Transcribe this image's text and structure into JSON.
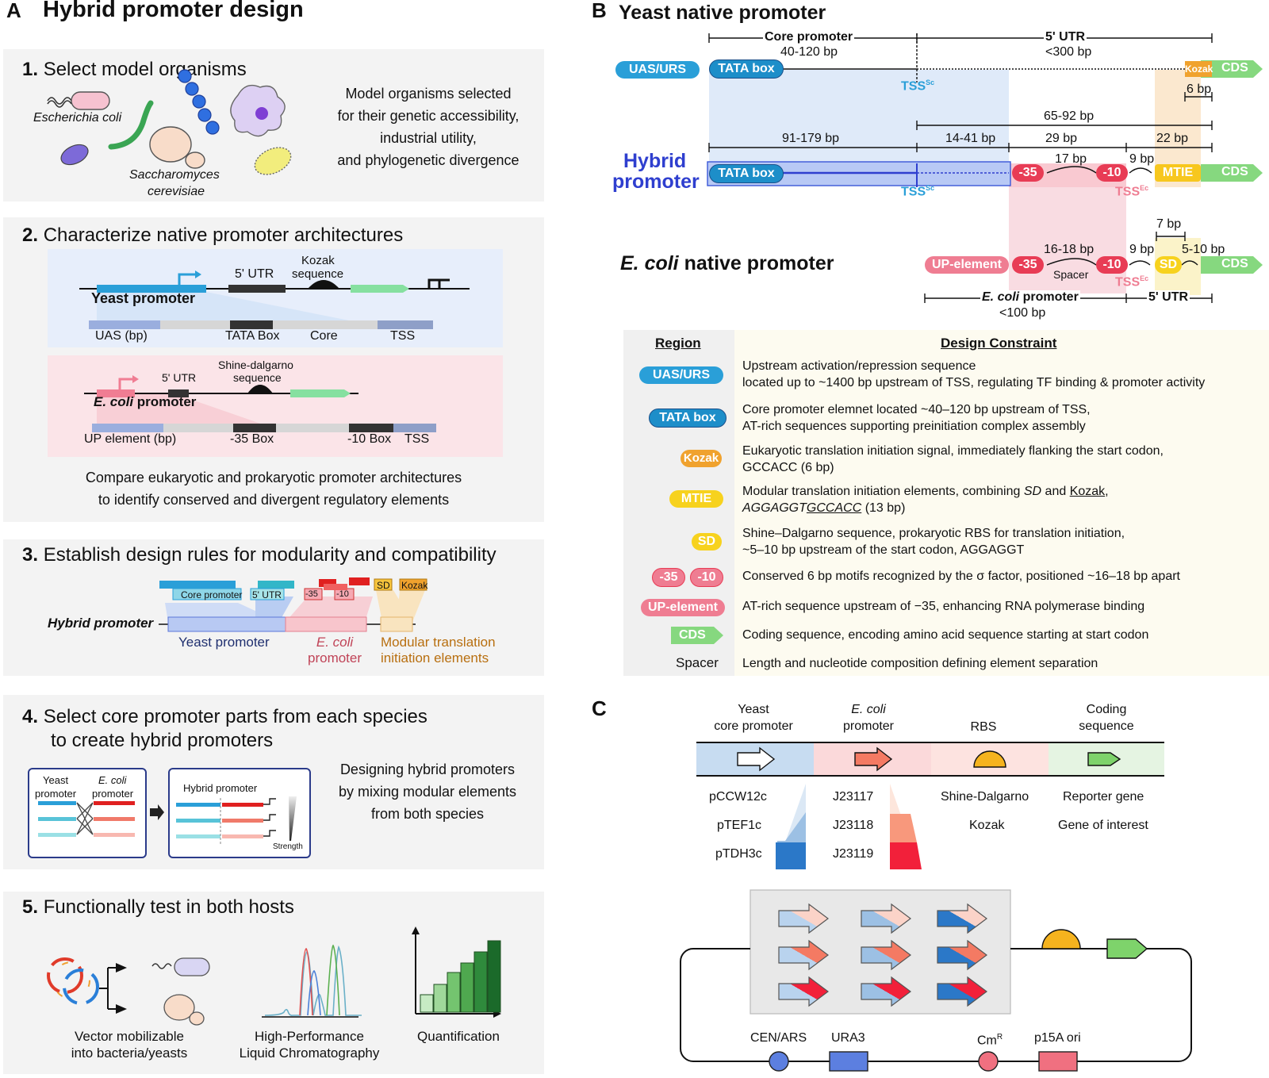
{
  "panelA": {
    "label": "A",
    "title": "Hybrid promoter design",
    "step1": {
      "num": "1.",
      "title": "Select model organisms",
      "ecoli": "Escherichia coli",
      "yeast1": "Saccharomyces",
      "yeast2": "cerevisiae",
      "desc": [
        "Model organisms selected",
        "for their genetic accessibility,",
        "industrial utility,",
        "and phylogenetic divergence"
      ]
    },
    "step2": {
      "num": "2.",
      "title": "Characterize native promoter architectures",
      "yeast": {
        "utr": "5' UTR",
        "kozak1": "Kozak",
        "kozak2": "sequence",
        "name": "Yeast promoter",
        "segs": [
          "UAS (bp)",
          "TATA Box",
          "Core",
          "TSS"
        ]
      },
      "ecoli": {
        "utr": "5' UTR",
        "sd1": "Shine-dalgarno",
        "sd2": "sequence",
        "name_it": "E. coli",
        "name_rest": " promoter",
        "segs": [
          "UP element (bp)",
          "-35 Box",
          "-10 Box",
          "TSS"
        ]
      },
      "desc": [
        "Compare eukaryotic and prokaryotic promoter architectures",
        "to identify conserved and divergent regulatory elements"
      ]
    },
    "step3": {
      "num": "3.",
      "title": "Establish design rules for modularity and compatibility",
      "core": "Core promoter",
      "utr": "5' UTR",
      "m35": "-35",
      "m10": "-10",
      "sd": "SD",
      "kozak": "Kozak",
      "hybrid": "Hybrid promoter",
      "yeast": "Yeast promoter",
      "ecoli_it": "E. coli",
      "ecoli_rest": "promoter",
      "mtie1": "Modular translation",
      "mtie2": "initiation elements"
    },
    "step4": {
      "num": "4.",
      "title1": "Select core promoter parts from each species",
      "title2": "to create hybrid promoters",
      "yeast1": "Yeast",
      "yeast2": "promoter",
      "ecoli_it": "E. coli",
      "ecoli2": "promoter",
      "hybrid": "Hybrid promoter",
      "strength": "Strength",
      "desc": [
        "Designing hybrid promoters",
        "by mixing modular elements",
        "from both species"
      ]
    },
    "step5": {
      "num": "5.",
      "title": "Functionally test in both hosts",
      "c1": [
        "Vector mobilizable",
        "into bacteria/yeasts"
      ],
      "c2": [
        "High-Performance",
        "Liquid Chromatography"
      ],
      "c3": [
        "Quantification"
      ],
      "bars": [
        0.22,
        0.35,
        0.5,
        0.62,
        0.76,
        0.9
      ]
    }
  },
  "panelB": {
    "label": "B",
    "yeast_title": "Yeast native promoter",
    "core": "Core promoter",
    "core_len": "40-120 bp",
    "utr": "5' UTR",
    "utr_len": "<300 bp",
    "uas": "UAS/URS",
    "tata": "TATA box",
    "kozak": "Kozak",
    "cds": "CDS",
    "tss": "TSS",
    "tss_sc": "Sc",
    "tss_ec": "Ec",
    "bp6": "6 bp",
    "bp65": "65-92 bp",
    "bp91": "91-179 bp",
    "bp14": "14-41 bp",
    "bp29": "29 bp",
    "bp22": "22 bp",
    "bp17": "17 bp",
    "bp9": "9 bp",
    "hybrid1": "Hybrid",
    "hybrid2": "promoter",
    "m35": "-35",
    "m10": "-10",
    "mtie": "MTIE",
    "bp7": "7 bp",
    "bp16": "16-18 bp",
    "bp5": "5-10 bp",
    "spacer": "Spacer",
    "ecoli_it": "E. coli",
    "ecoli_rest": " native promoter",
    "up": "UP-element",
    "sd": "SD",
    "ecp_it": "E. coli",
    "ecp_rest": " promoter",
    "ecp_len": "<100 bp",
    "table": {
      "h_region": "Region",
      "h_constraint": "Design Constraint",
      "rows": [
        {
          "pill": "UAS/URS",
          "l1": "Upstream activation/repression sequence",
          "l2": "located up to ~1400 bp upstream of TSS, regulating TF binding & promoter activity"
        },
        {
          "pill": "TATA box",
          "l1": "Core promoter elemnet located ~40–120 bp upstream of TSS,",
          "l2": "AT-rich sequences supporting preinitiation complex assembly"
        },
        {
          "pill": "Kozak",
          "l1": "Eukaryotic translation initiation signal, immediately flanking the start codon,",
          "l2": "GCCACC (6 bp)"
        },
        {
          "pill": "MTIE",
          "l1a": "Modular translation initiation elements, combining ",
          "l1b": "SD",
          "l1c": " and ",
          "l1d": "Kozak",
          "l1e": ",",
          "l2a": "AGGAGGT",
          "l2b": "GCCACC",
          "l2c": " (13 bp)"
        },
        {
          "pill": "SD",
          "l1": "Shine–Dalgarno sequence, prokaryotic RBS for translation initiation,",
          "l2": "~5–10 bp upstream of the start codon, AGGAGGT"
        },
        {
          "pill1": "-35",
          "pill2": "-10",
          "l1": "Conserved 6 bp motifs recognized by the σ factor, positioned ~16–18 bp apart"
        },
        {
          "pill": "UP-element",
          "l1": "AT-rich sequence upstream of −35, enhancing RNA polymerase binding"
        },
        {
          "pill": "CDS",
          "l1": "Coding sequence, encoding amino acid sequence starting at start codon"
        },
        {
          "pill": "Spacer",
          "l1": "Length and nucleotide composition defining element separation"
        }
      ]
    }
  },
  "panelC": {
    "label": "C",
    "h1": [
      "Yeast",
      "core promoter"
    ],
    "h2_it": "E. coli",
    "h2b": "promoter",
    "h3": "RBS",
    "h4": [
      "Coding",
      "sequence"
    ],
    "yeast": [
      "pCCW12c",
      "pTEF1c",
      "pTDH3c"
    ],
    "ecoli": [
      "J23117",
      "J23118",
      "J23119"
    ],
    "rbs": [
      "Shine-Dalgarno",
      "Kozak"
    ],
    "cds": [
      "Reporter gene",
      "Gene of interest"
    ],
    "cen": "CEN/ARS",
    "ura": "URA3",
    "cm": "Cm",
    "cm_sup": "R",
    "p15a": "p15A ori"
  },
  "colors": {
    "blue": "#2a9fd8",
    "tata": "#1d8ec9",
    "pink": "#ef7d92",
    "red": "#e83c55",
    "green": "#86d87f",
    "orange": "#f0a22e",
    "yellow": "#f7d21e",
    "hybridBlue": "#2f3fcf"
  }
}
